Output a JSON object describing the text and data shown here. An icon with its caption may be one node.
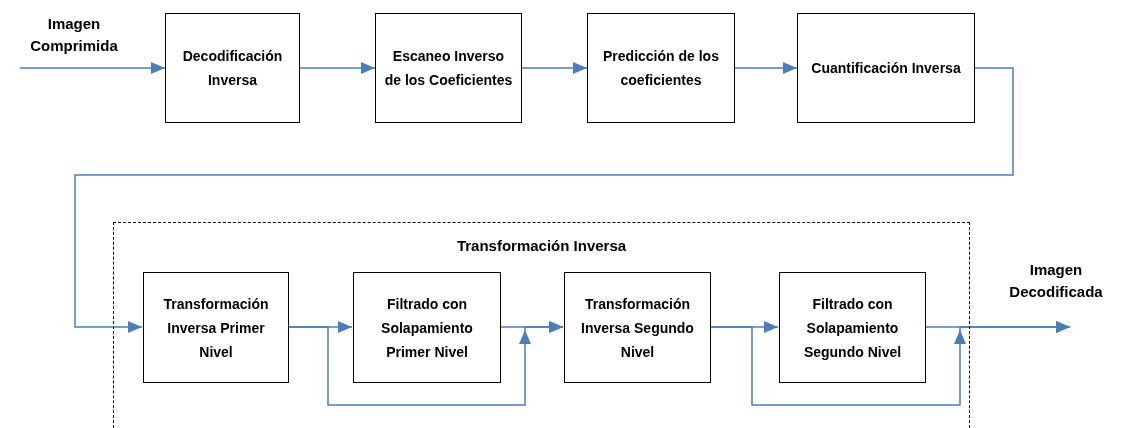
{
  "diagram": {
    "nodes": [
      {
        "text": [
          "Imagen Comprimida"
        ]
      },
      {
        "text": [
          "Decodificación Inversa"
        ]
      },
      {
        "text": [
          "Escaneo Inverso de los Coeficientes"
        ]
      },
      {
        "text": [
          "Predicción de los coeficientes"
        ]
      },
      {
        "text": [
          "Cuantificación Inversa"
        ]
      },
      {
        "text": [
          "Transformación Inversa"
        ]
      },
      {
        "text": [
          "Transformación Inversa Primer Nivel"
        ],
        "in": 5
      },
      {
        "text": [
          "Filtrado con Solapamiento Primer Nivel"
        ],
        "in": 5
      },
      {
        "text": [
          "Transformación Inversa Segundo Nivel"
        ],
        "in": 5
      },
      {
        "text": [
          "Filtrado con Solapamiento Segundo Nivel"
        ],
        "in": 5
      },
      {
        "text": [
          "Imagen Decodificada"
        ]
      }
    ],
    "edges": [
      {
        "from": 0,
        "to": 1,
        "arrow": "to"
      },
      {
        "from": 1,
        "to": 2,
        "arrow": "to"
      },
      {
        "from": 2,
        "to": 3,
        "arrow": "to"
      },
      {
        "from": 3,
        "to": 4,
        "arrow": "to"
      },
      {
        "from": 4,
        "to": 6,
        "arrow": "to"
      },
      {
        "from": 6,
        "to": 7,
        "arrow": "to"
      },
      {
        "from": 6,
        "to": 8,
        "arrow": "to"
      },
      {
        "from": 7,
        "to": 8,
        "arrow": "to"
      },
      {
        "from": 8,
        "to": 9,
        "arrow": "to"
      },
      {
        "from": 8,
        "to": 10,
        "arrow": "to"
      },
      {
        "from": 9,
        "to": 10,
        "arrow": "to"
      }
    ]
  }
}
